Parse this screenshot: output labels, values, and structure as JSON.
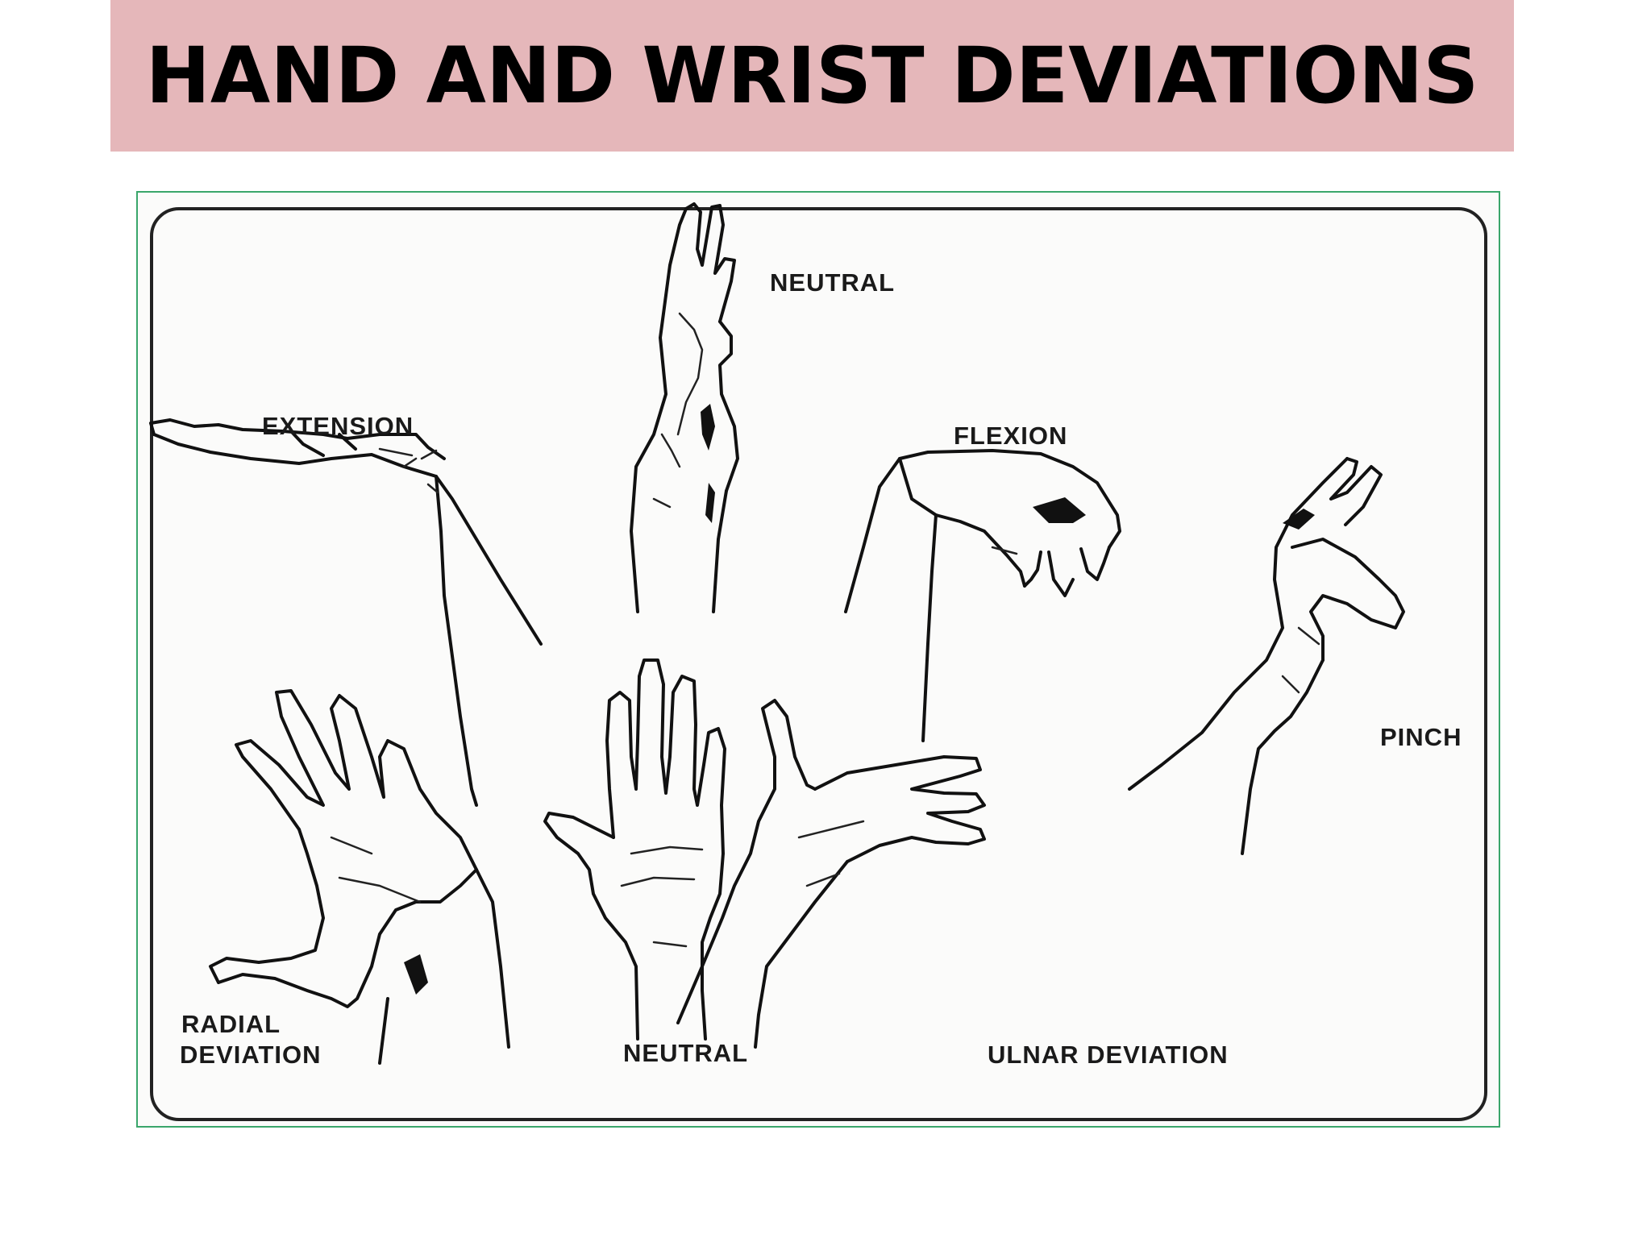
{
  "slide": {
    "title": "HAND AND WRIST DEVIATIONS",
    "colors": {
      "title_band": "#e5b7ba",
      "figure_border": "#3aa66b",
      "ink": "#111111"
    }
  },
  "figure": {
    "labels": {
      "neutral_top": "NEUTRAL",
      "extension": "EXTENSION",
      "flexion": "FLEXION",
      "pinch": "PINCH",
      "radial_line1": "RADIAL",
      "radial_line2": "DEVIATION",
      "neutral_bottom": "NEUTRAL",
      "ulnar": "ULNAR DEVIATION"
    }
  }
}
